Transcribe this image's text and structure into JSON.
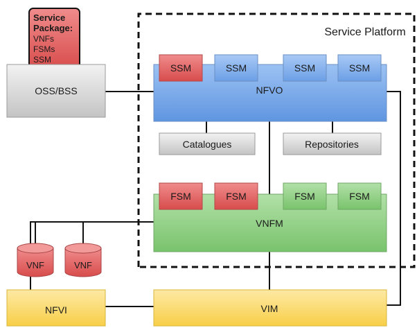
{
  "platform": {
    "label": "Service Platform"
  },
  "service_package": {
    "title_line1": "Service",
    "title_line2": "Package:",
    "items": [
      "VNFs",
      "FSMs",
      "SSM"
    ]
  },
  "oss_bss": {
    "label": "OSS/BSS"
  },
  "nfvo": {
    "label": "NFVO",
    "ssms": [
      {
        "label": "SSM",
        "color": "#e05a5a"
      },
      {
        "label": "SSM",
        "color": "#6d9fe0"
      },
      {
        "label": "SSM",
        "color": "#6d9fe0"
      },
      {
        "label": "SSM",
        "color": "#6d9fe0"
      }
    ]
  },
  "catalogues": {
    "label": "Catalogues"
  },
  "repositories": {
    "label": "Repositories"
  },
  "vnfm": {
    "label": "VNFM",
    "fsms": [
      {
        "label": "FSM",
        "color": "#e05a5a"
      },
      {
        "label": "FSM",
        "color": "#e05a5a"
      },
      {
        "label": "FSM",
        "color": "#7fc474"
      },
      {
        "label": "FSM",
        "color": "#7fc474"
      }
    ]
  },
  "vnfs": [
    {
      "label": "VNF"
    },
    {
      "label": "VNF"
    }
  ],
  "nfvi": {
    "label": "NFVI"
  },
  "vim": {
    "label": "VIM"
  },
  "colors": {
    "red": "#e05a5a",
    "blue": "#7aaae8",
    "green": "#8fcf84",
    "gray": "#d9d9d9",
    "yellow": "#fbd96a"
  }
}
